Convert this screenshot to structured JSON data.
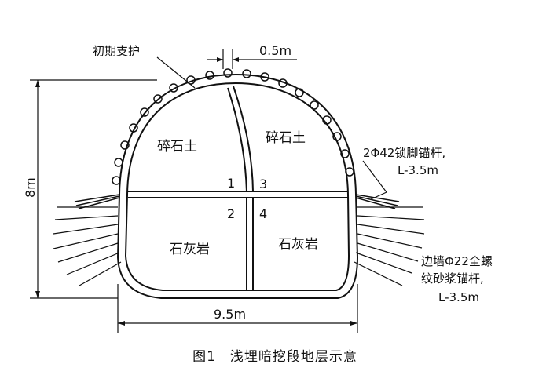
{
  "labels": {
    "initial_support": "初期支护",
    "spacing": "0.5m",
    "upper_left_soil": "碎石土",
    "upper_right_soil": "碎石土",
    "lower_left_rock": "石灰岩",
    "lower_right_rock": "石灰岩",
    "section_1": "1",
    "section_2": "2",
    "section_3": "3",
    "section_4": "4",
    "lock_anchor_line1": "2Φ42锁脚锚杆,",
    "lock_anchor_line2": "L-3.5m",
    "wall_anchor_line1": "边墙Φ22全螺",
    "wall_anchor_line2": "纹砂浆锚杆,",
    "wall_anchor_line3": "L-3.5m",
    "height": "8m",
    "width": "9.5m"
  },
  "caption": "图1　浅埋暗挖段地层示意"
}
